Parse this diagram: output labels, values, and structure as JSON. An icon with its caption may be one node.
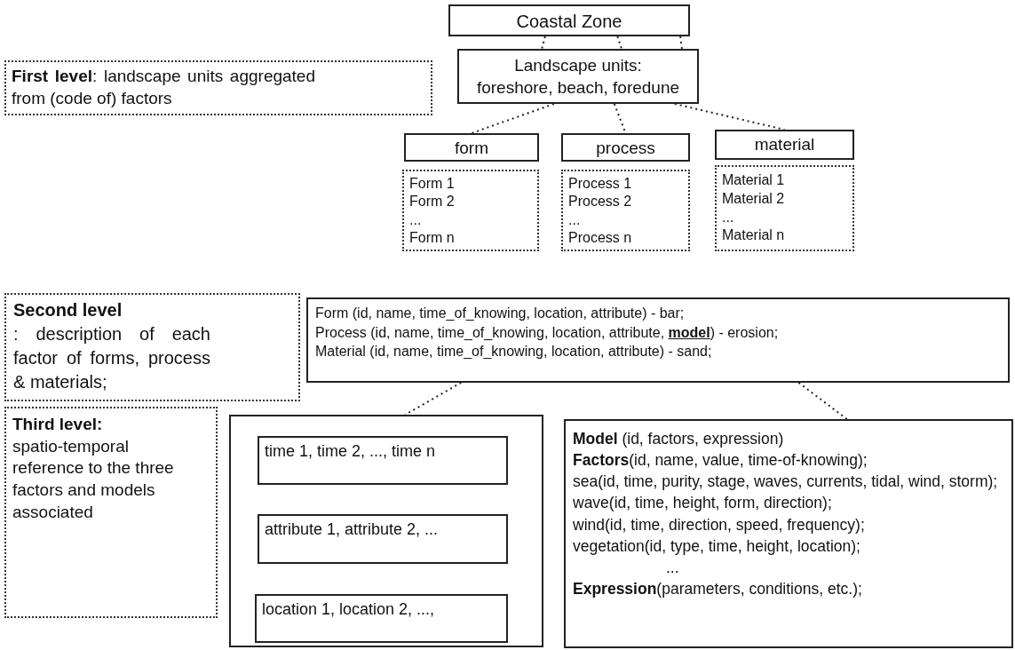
{
  "diagram": {
    "nodes": [
      {
        "text": [
          "Coastal Zone"
        ]
      },
      {
        "text": [
          "**First level**: landscape units aggregated from (code of) factors"
        ]
      },
      {
        "text": [
          "Landscape units: foreshore, beach, foredune"
        ]
      },
      {
        "text": [
          "form"
        ]
      },
      {
        "text": [
          "process"
        ]
      },
      {
        "text": [
          "material"
        ]
      },
      {
        "text": [
          "Form 1",
          "Form 2",
          "...",
          "Form n"
        ]
      },
      {
        "text": [
          "Process 1",
          "Process 2",
          "...",
          "Process n"
        ]
      },
      {
        "text": [
          "Material 1",
          "Material 2",
          "...",
          "Material n"
        ]
      },
      {
        "text": [
          "**Second level**: description of each factor of forms, process & materials;"
        ]
      },
      {
        "text": [
          "Form (id, name, time_of_knowing, location, attribute) - bar;",
          "Process (id, name, time_of_knowing, location, attribute, **model**) - erosion;",
          "Material (id, name, time_of_knowing, location, attribute) - sand;"
        ]
      },
      {
        "text": [
          "**Third level:** spatio-temporal reference to the three factors and models associated"
        ]
      },
      {
        "text": [],
        "shape": "box"
      },
      {
        "text": [
          "time 1, time 2, ..., time n"
        ],
        "in": 12
      },
      {
        "text": [
          "attribute 1, attribute 2, ..."
        ],
        "in": 12
      },
      {
        "text": [
          "location 1, location 2, ...,"
        ],
        "in": 12
      },
      {
        "text": [
          "**Model** (id, factors, expression)",
          "**Factors**(id, name, value, time-of-knowing);",
          "sea(id, time, purity, stage, waves, currents, tidal, wind, storm);",
          "wave(id, time, height, form, direction);",
          "wind(id, time, direction, speed, frequency);",
          "vegetation(id, type, time, height, location);",
          "...",
          "**Expression**(parameters, conditions, etc.);"
        ]
      }
    ],
    "edges": [
      {
        "from": 0,
        "to": 2,
        "arrow": "none",
        "style": "dashed"
      },
      {
        "from": 0,
        "to": 2,
        "arrow": "none",
        "style": "dashed"
      },
      {
        "from": 0,
        "to": 2,
        "arrow": "none",
        "style": "dashed"
      },
      {
        "from": 2,
        "to": 3,
        "arrow": "none",
        "style": "dashed"
      },
      {
        "from": 2,
        "to": 4,
        "arrow": "none",
        "style": "dashed"
      },
      {
        "from": 2,
        "to": 5,
        "arrow": "none",
        "style": "dashed"
      },
      {
        "from": 10,
        "to": 12,
        "arrow": "none",
        "style": "dashed"
      },
      {
        "from": 10,
        "to": 16,
        "arrow": "none",
        "style": "dashed"
      }
    ]
  }
}
